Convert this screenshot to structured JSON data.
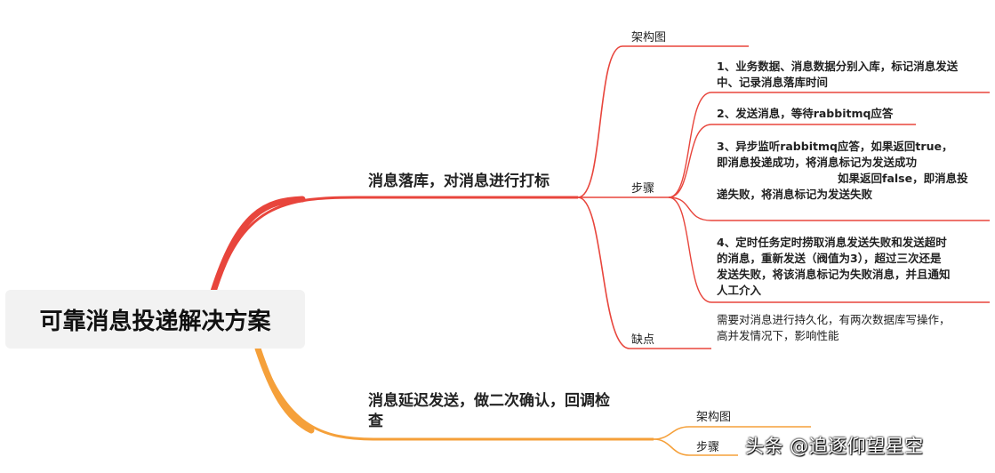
{
  "root": {
    "title": "可靠消息投递解决方案"
  },
  "branch1": {
    "title": "消息落库，对消息进行打标",
    "children": {
      "arch": "架构图",
      "steps": "步骤",
      "cons": "缺点"
    },
    "steps": [
      {
        "lines": [
          "1、业务数据、消息数据分别入库，标记消息发送",
          "中、记录消息落库时间"
        ]
      },
      {
        "lines": [
          "2、发送消息，等待rabbitmq应答"
        ]
      },
      {
        "lines": [
          "3、异步监听rabbitmq应答，如果返回true，",
          "即消息投递成功，将消息标记为发送成功",
          "如果返回false，即消息投",
          "递失败，将消息标记为发送失败"
        ]
      },
      {
        "lines": [
          "4、定时任务定时捞取消息发送失败和发送超时",
          "的消息，重新发送（阀值为3），超过三次还是",
          "发送失败，将该消息标记为失败消息，并且通知",
          "人工介入"
        ]
      }
    ],
    "cons_text": [
      "需要对消息进行持久化，有两次数据库写操作，",
      "高并发情况下，影响性能"
    ]
  },
  "branch2": {
    "title_lines": [
      "消息延迟发送，做二次确认，回调检",
      "查"
    ],
    "children": {
      "arch": "架构图",
      "steps": "步骤"
    }
  },
  "watermark": "头条 @追逐仰望星空",
  "colors": {
    "branch1": "#e8453c",
    "branch2": "#f5a03a"
  }
}
